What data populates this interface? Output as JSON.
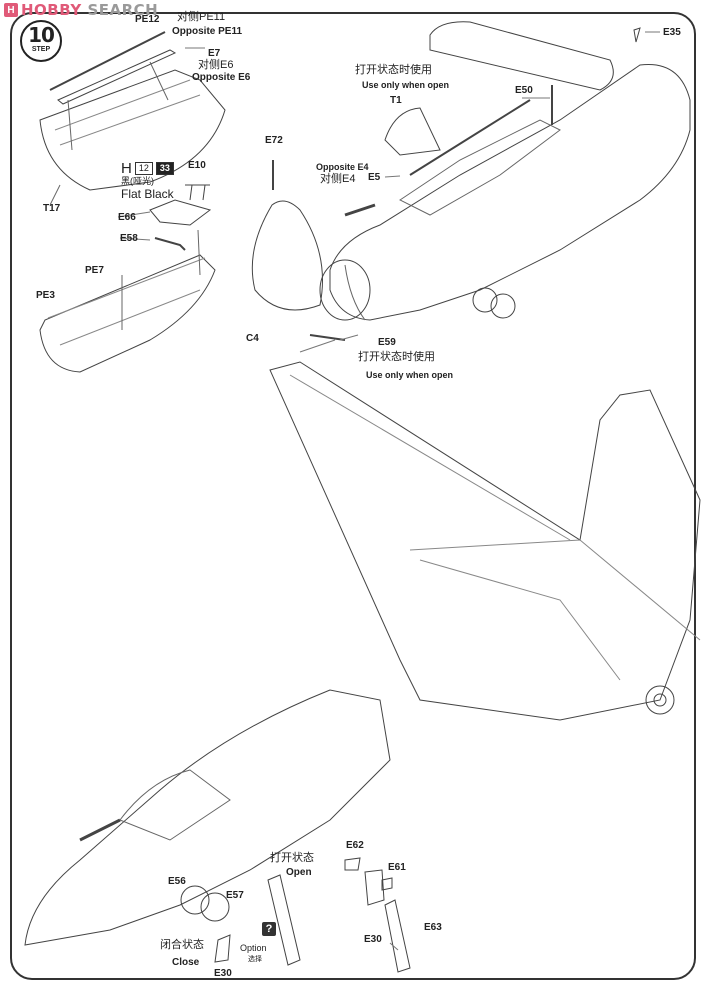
{
  "watermark": {
    "logo_glyph": "H",
    "brand_part1": "HOBBY",
    "brand_part2": " SEARCH"
  },
  "step": {
    "number": "10",
    "label": "STEP"
  },
  "paint_callout": {
    "prefix": "H",
    "codes": [
      "12",
      "33"
    ],
    "name_cn": "黑(哑光)",
    "name_en": "Flat Black"
  },
  "labels": {
    "pe12": "PE12",
    "pe11_cn": "对侧PE11",
    "pe11_en": "Opposite PE11",
    "e7": "E7",
    "e6_cn": "对侧E6",
    "e6_en": "Opposite E6",
    "t17": "T17",
    "e10": "E10",
    "e66": "E66",
    "e58": "E58",
    "pe7": "PE7",
    "pe3": "PE3",
    "use_open_cn_top": "打开状态时使用",
    "use_open_en_top": "Use only when open",
    "t1": "T1",
    "e50": "E50",
    "e35": "E35",
    "e72": "E72",
    "e4_en": "Opposite E4",
    "e4_cn": "对侧E4",
    "e5": "E5",
    "c4": "C4",
    "e59": "E59",
    "use_open_cn_mid": "打开状态时使用",
    "use_open_en_mid": "Use only when open",
    "open_cn": "打开状态",
    "open_en": "Open",
    "e56": "E56",
    "e57": "E57",
    "option_icon": "?",
    "option_en": "Option",
    "option_cn": "选择",
    "close_cn": "闭合状态",
    "close_en": "Close",
    "e30_left": "E30",
    "e62": "E62",
    "e61": "E61",
    "e63": "E63",
    "e30_right": "E30"
  }
}
